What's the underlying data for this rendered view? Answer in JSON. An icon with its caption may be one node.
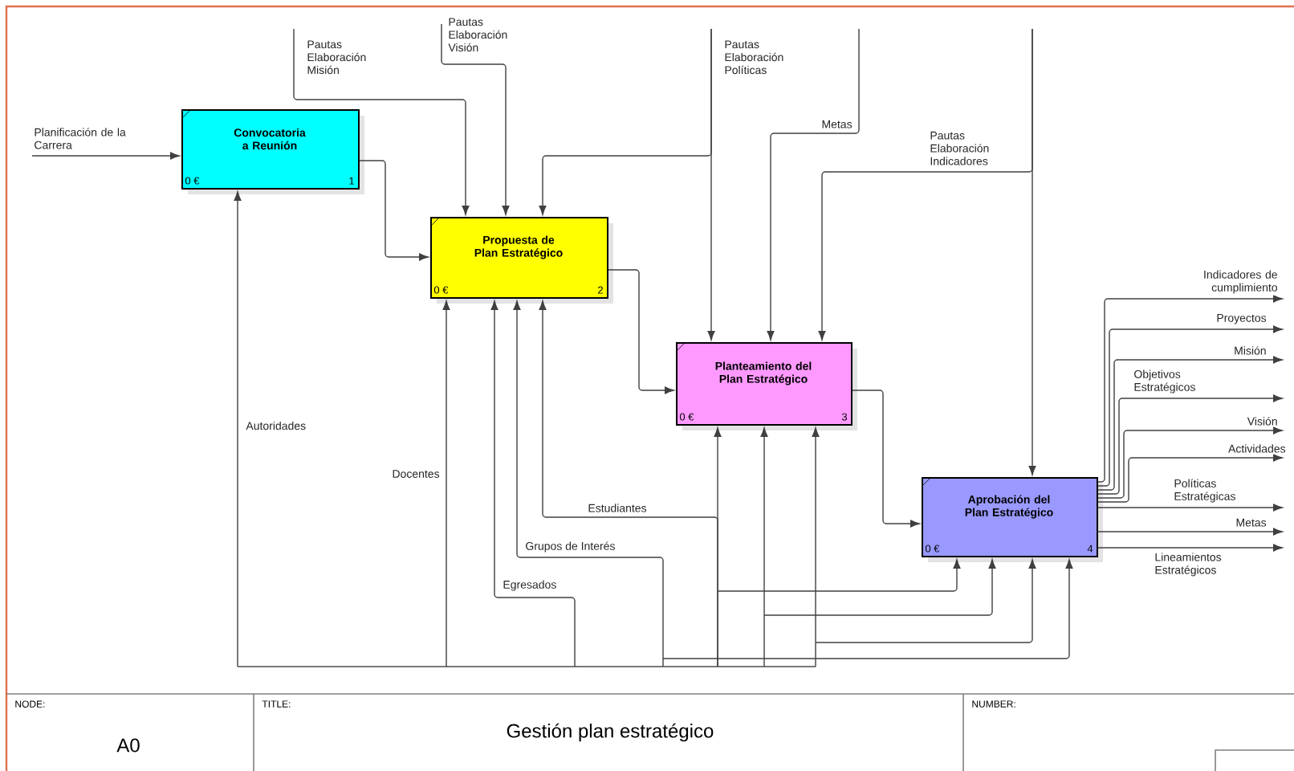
{
  "diagram": {
    "title": "Gestión plan estratégico",
    "nodes": [
      {
        "text": [
          "Convocatoria a Reunión",
          "0 €",
          "1"
        ]
      },
      {
        "text": [
          "Propuesta de Plan Estratégico",
          "0 €",
          "2"
        ]
      },
      {
        "text": [
          "Planteamiento del Plan Estratégico",
          "0 €",
          "3"
        ]
      },
      {
        "text": [
          "Aprobación del Plan Estratégico",
          "0 €",
          "4"
        ]
      }
    ],
    "edges": [
      {
        "from": null,
        "to": 0,
        "arrow": "to",
        "label": "Planificación de la Carrera"
      },
      {
        "from": 0,
        "to": 1,
        "arrow": "to"
      },
      {
        "from": null,
        "to": 1,
        "arrow": "to",
        "label": "Pautas Elaboración Misión"
      },
      {
        "from": null,
        "to": 1,
        "arrow": "to",
        "label": "Pautas Elaboración Visión"
      },
      {
        "from": null,
        "to": 1,
        "arrow": "to"
      },
      {
        "from": null,
        "to": 2,
        "arrow": "to",
        "label": "Pautas Elaboración Políticas"
      },
      {
        "from": null,
        "to": 2,
        "arrow": "to",
        "label": "Metas"
      },
      {
        "from": null,
        "to": 2,
        "arrow": "to",
        "label": "Pautas Elaboración Indicadores"
      },
      {
        "from": null,
        "to": 3,
        "arrow": "to"
      },
      {
        "from": 1,
        "to": 2,
        "arrow": "to"
      },
      {
        "from": 2,
        "to": 3,
        "arrow": "to"
      },
      {
        "from": null,
        "to": 0,
        "arrow": "to",
        "label": "Autoridades"
      },
      {
        "from": null,
        "to": 1,
        "arrow": "to",
        "label": "Docentes"
      },
      {
        "from": null,
        "to": 1,
        "arrow": "to",
        "label": "Egresados"
      },
      {
        "from": null,
        "to": 1,
        "arrow": "to",
        "label": "Grupos de Interés"
      },
      {
        "from": null,
        "to": 1,
        "arrow": "to",
        "label": "Estudiantes"
      },
      {
        "from": null,
        "to": 2,
        "arrow": "to"
      },
      {
        "from": null,
        "to": 2,
        "arrow": "to"
      },
      {
        "from": null,
        "to": 2,
        "arrow": "to"
      },
      {
        "from": null,
        "to": 3,
        "arrow": "to"
      },
      {
        "from": null,
        "to": 3,
        "arrow": "to"
      },
      {
        "from": null,
        "to": 3,
        "arrow": "to"
      },
      {
        "from": null,
        "to": 3,
        "arrow": "to"
      },
      {
        "from": 3,
        "to": null,
        "arrow": "to",
        "label": "Indicadores de cumplimiento"
      },
      {
        "from": 3,
        "to": null,
        "arrow": "to",
        "label": "Proyectos"
      },
      {
        "from": 3,
        "to": null,
        "arrow": "to",
        "label": "Misión"
      },
      {
        "from": 3,
        "to": null,
        "arrow": "to",
        "label": "Objetivos Estratégicos"
      },
      {
        "from": 3,
        "to": null,
        "arrow": "to",
        "label": "Visión"
      },
      {
        "from": 3,
        "to": null,
        "arrow": "to",
        "label": "Actividades"
      },
      {
        "from": 3,
        "to": null,
        "arrow": "to",
        "label": "Políticas Estratégicas"
      },
      {
        "from": 3,
        "to": null,
        "arrow": "to",
        "label": "Metas"
      },
      {
        "from": 3,
        "to": null,
        "arrow": "to",
        "label": "Lineamientos Estratégicos"
      }
    ],
    "labels": [
      "NODE:",
      "A0",
      "TITLE:",
      "NUMBER:"
    ]
  }
}
